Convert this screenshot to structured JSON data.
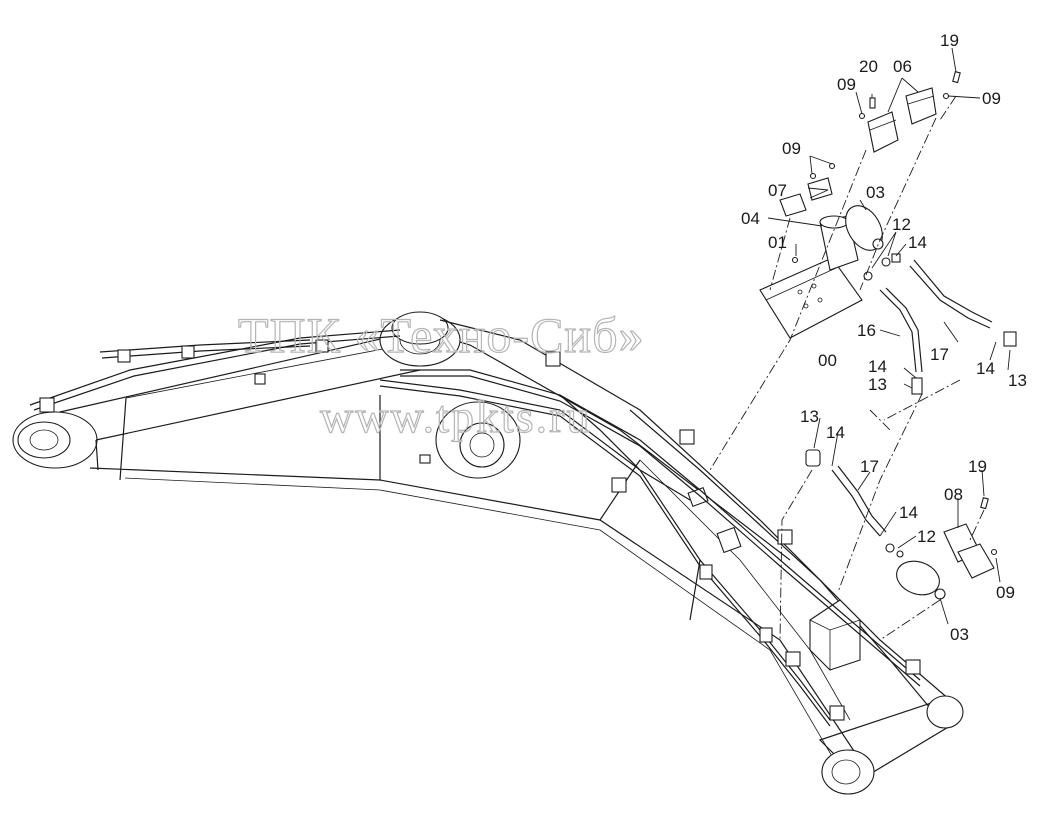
{
  "watermark": {
    "company": "ТПК «Техно-Сиб»",
    "url": "www.tpkts.ru"
  },
  "callouts": [
    {
      "id": "c-19-top",
      "text": "19"
    },
    {
      "id": "c-20",
      "text": "20"
    },
    {
      "id": "c-06",
      "text": "06"
    },
    {
      "id": "c-09-top-left",
      "text": "09"
    },
    {
      "id": "c-09-top-right",
      "text": "09"
    },
    {
      "id": "c-09-clamp",
      "text": "09"
    },
    {
      "id": "c-07",
      "text": "07"
    },
    {
      "id": "c-03-top",
      "text": "03"
    },
    {
      "id": "c-04",
      "text": "04"
    },
    {
      "id": "c-12-top",
      "text": "12"
    },
    {
      "id": "c-14-top",
      "text": "14"
    },
    {
      "id": "c-01",
      "text": "01"
    },
    {
      "id": "c-16",
      "text": "16"
    },
    {
      "id": "c-17-top",
      "text": "17"
    },
    {
      "id": "c-14-right",
      "text": "14"
    },
    {
      "id": "c-00",
      "text": "00"
    },
    {
      "id": "c-14-mid",
      "text": "14"
    },
    {
      "id": "c-13-mid",
      "text": "13"
    },
    {
      "id": "c-13-right",
      "text": "13"
    },
    {
      "id": "c-13-low",
      "text": "13"
    },
    {
      "id": "c-14-low",
      "text": "14"
    },
    {
      "id": "c-17-low",
      "text": "17"
    },
    {
      "id": "c-19-low",
      "text": "19"
    },
    {
      "id": "c-08",
      "text": "08"
    },
    {
      "id": "c-14-bottom",
      "text": "14"
    },
    {
      "id": "c-12-bottom",
      "text": "12"
    },
    {
      "id": "c-09-bottom",
      "text": "09"
    },
    {
      "id": "c-03-bottom",
      "text": "03"
    }
  ]
}
